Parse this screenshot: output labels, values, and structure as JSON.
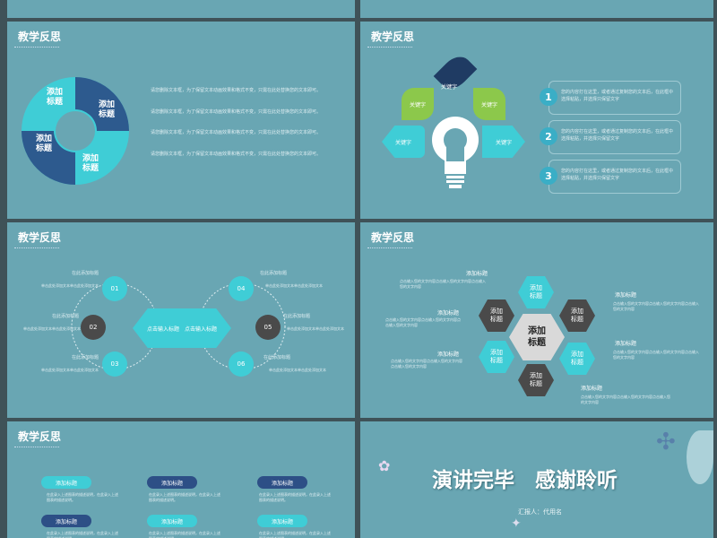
{
  "slide_title": "教学反思",
  "colors": {
    "panel": "#69a6b3",
    "cyan": "#3fcdd6",
    "navy": "#2d5a8e",
    "dark": "#4a4a4a",
    "green": "#8cc84b",
    "darknavy": "#1f3b63"
  },
  "slide1": {
    "ring_labels": [
      "添加\n标题",
      "添加\n标题",
      "添加\n标题",
      "添加\n标题"
    ],
    "bullets": [
      "请您删除文本框，为了保留文本动画效果和格式不变，只需在此处替换您的文本即可。",
      "请您删除文本框，为了保留文本动画效果和格式不变，只需在此处替换您的文本即可。",
      "请您删除文本框，为了保留文本动画效果和格式不变，只需在此处替换您的文本即可。",
      "请您删除文本框，为了保留文本动画效果和格式不变，只需在此处替换您的文本即可。"
    ]
  },
  "slide2": {
    "keyword": "关键字",
    "items": [
      {
        "num": "1",
        "text": "您的内容打在这里，或者通过复制您的文本后，在此框中选择粘贴，并选择只保留文字"
      },
      {
        "num": "2",
        "text": "您的内容打在这里，或者通过复制您的文本后，在此框中选择粘贴，并选择只保留文字"
      },
      {
        "num": "3",
        "text": "您的内容打在这里，或者通过复制您的文本后，在此框中选择粘贴，并选择只保留文字"
      }
    ]
  },
  "slide3": {
    "center_left": "点击输入标题",
    "center_right": "点击输入标题",
    "nodes": [
      "01",
      "02",
      "03",
      "04",
      "05",
      "06"
    ],
    "node_title": "在此添加标题",
    "node_text": "单击此处添加文本单击此处添加文本"
  },
  "slide4": {
    "center": "添加\n标题",
    "hex_label": "添加\n标题",
    "item_title": "添加标题",
    "item_text": "点击输入您的文字内容点击输入您的文字内容点击输入您的文字内容"
  },
  "slide5": {
    "pill_label": "添加标题",
    "desc": "在此录入上述图表的描述说明，在此录入上述图表的描述说明。"
  },
  "slide6": {
    "title": "演讲完毕　感谢聆听",
    "reporter": "汇报人：代用名"
  }
}
